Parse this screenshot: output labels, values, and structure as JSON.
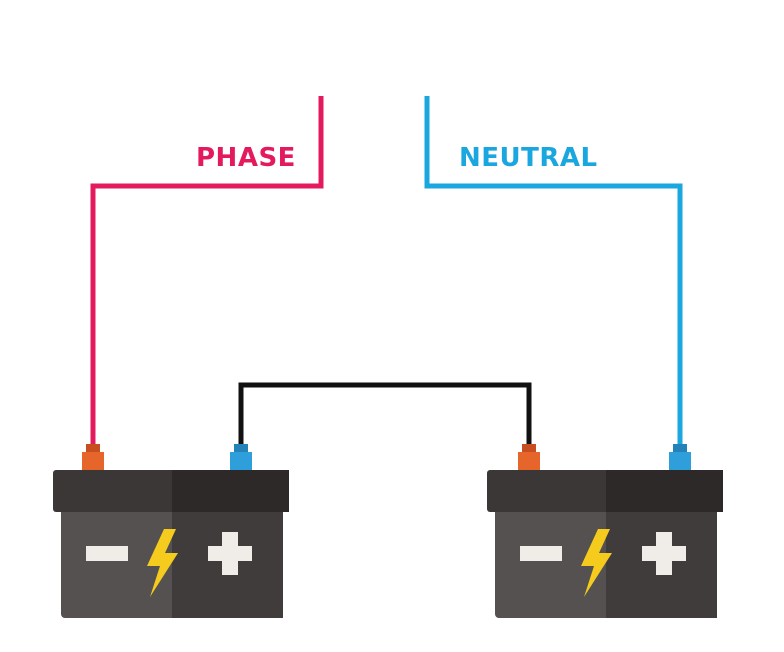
{
  "labels": {
    "phase": "PHASE",
    "neutral": "NEUTRAL"
  },
  "colors": {
    "phase_wire": "#e31b5d",
    "neutral_wire": "#1aa7e0",
    "link_wire": "#111111",
    "battery_body_left": "#555150",
    "battery_body_right": "#403c3b",
    "battery_lid_left": "#3b3736",
    "battery_lid_right": "#2c2928",
    "terminal_orange": "#e5652b",
    "terminal_blue": "#2f9fdc",
    "symbol_light": "#f0ede8",
    "bolt_yellow": "#f5cb1e"
  },
  "batteries": [
    {
      "name": "left-battery",
      "symbols": {
        "minus": "minus-icon",
        "bolt": "lightning-bolt-icon",
        "plus": "plus-icon"
      }
    },
    {
      "name": "right-battery",
      "symbols": {
        "minus": "minus-icon",
        "bolt": "lightning-bolt-icon",
        "plus": "plus-icon"
      }
    }
  ]
}
